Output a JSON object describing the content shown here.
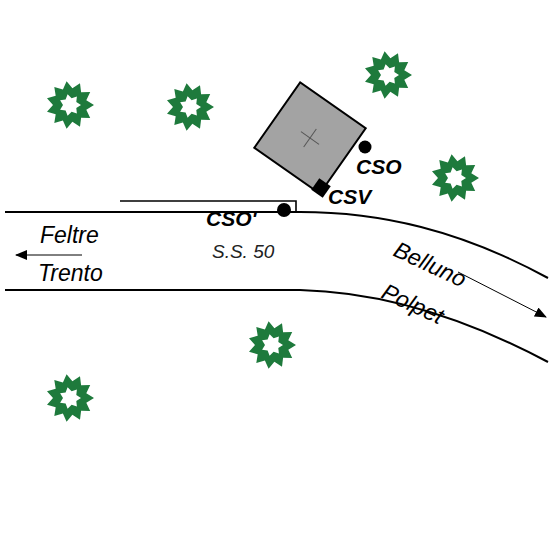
{
  "diagram": {
    "labels": [
      "CSO",
      "CSV",
      "CSO'",
      "Feltre",
      "Trento",
      "S.S. 50",
      "Belluno",
      "Polpet"
    ]
  }
}
